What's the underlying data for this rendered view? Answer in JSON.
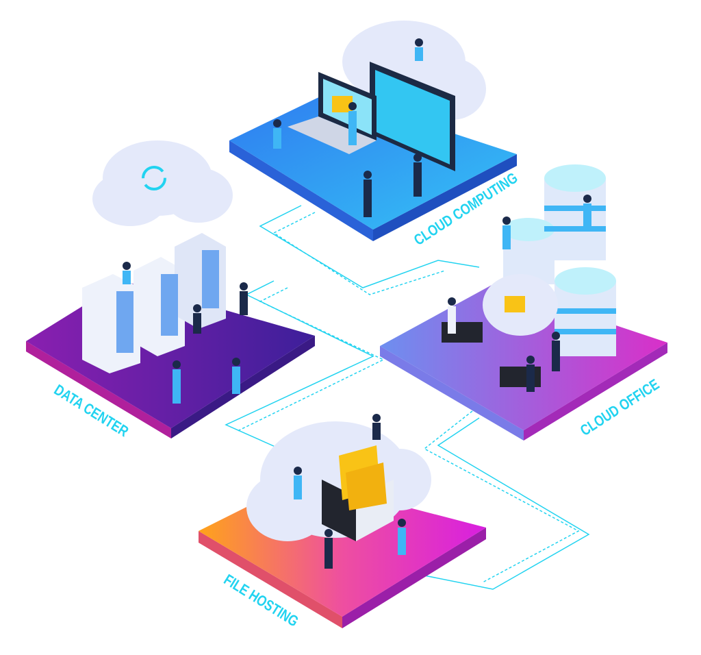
{
  "platforms": [
    {
      "id": "cloud-computing",
      "label": "CLOUD COMPUTING",
      "colors": [
        "#2f7bf0",
        "#35c3f5"
      ]
    },
    {
      "id": "data-center",
      "label": "DATA CENTER",
      "colors": [
        "#8a1fb0",
        "#3d1f9a"
      ]
    },
    {
      "id": "cloud-office",
      "label": "CLOUD OFFICE",
      "colors": [
        "#6d8ff0",
        "#d92fc8"
      ]
    },
    {
      "id": "file-hosting",
      "label": "FILE HOSTING",
      "colors": [
        "#ffa31a",
        "#d81fe0"
      ]
    }
  ],
  "colors": {
    "connector": "#22d3f0",
    "cloud": "#e4e9fa",
    "folder": "#f9c316",
    "server": "#eef2fb"
  }
}
